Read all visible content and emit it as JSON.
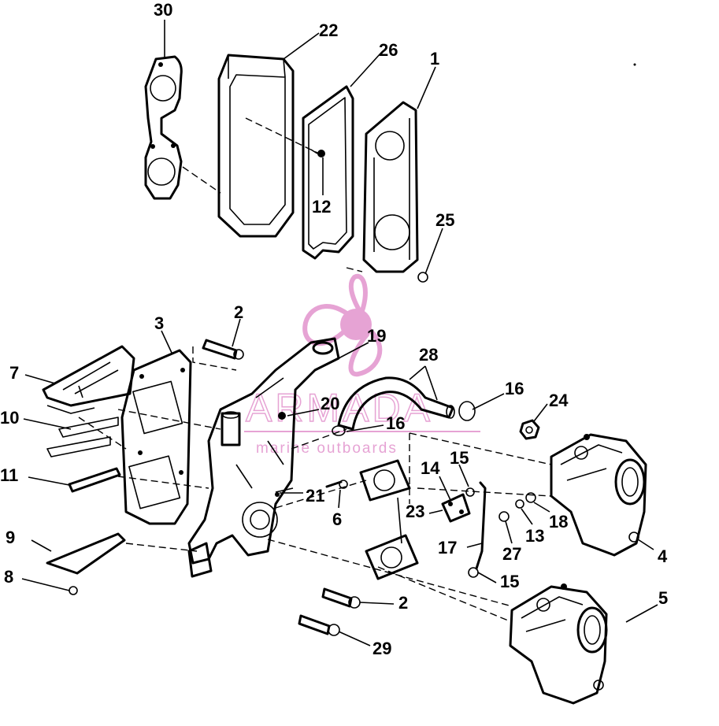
{
  "watermark": {
    "brand": "ARMADA",
    "tagline": "marine outboards",
    "color": "#e49ad0"
  },
  "callouts": [
    "30",
    "22",
    "26",
    "1",
    "12",
    "25",
    "3",
    "2",
    "19",
    "28",
    "16",
    "24",
    "7",
    "10",
    "20",
    "16",
    "15",
    "14",
    "11",
    "21",
    "6",
    "23",
    "18",
    "13",
    "17",
    "27",
    "4",
    "9",
    "8",
    "15",
    "2",
    "5",
    "29"
  ]
}
